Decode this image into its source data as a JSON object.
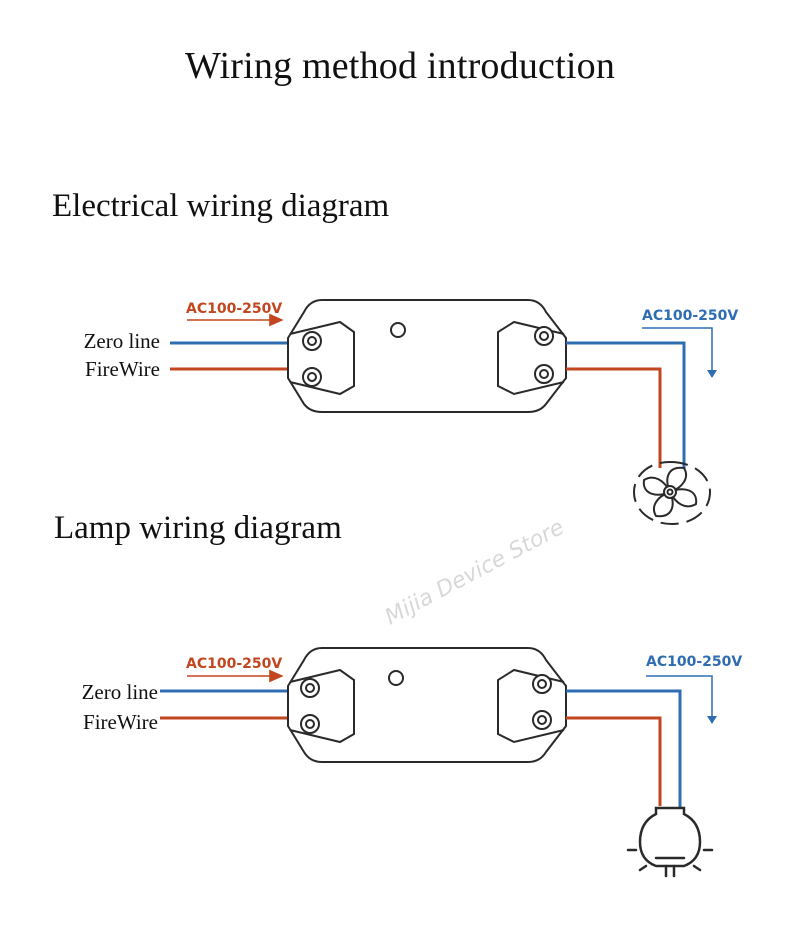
{
  "page": {
    "title": "Wiring method introduction"
  },
  "diagrams": [
    {
      "heading": "Electrical wiring diagram",
      "input_voltage": "AC100-250V",
      "output_voltage": "AC100-250V",
      "zero_label": "Zero line",
      "fire_label": "FireWire",
      "load_icon": "fan-icon"
    },
    {
      "heading": "Lamp wiring diagram",
      "input_voltage": "AC100-250V",
      "output_voltage": "AC100-250V",
      "zero_label": "Zero line",
      "fire_label": "FireWire",
      "load_icon": "light-bulb-icon"
    }
  ],
  "watermark": "Mijia Device Store",
  "colors": {
    "zero_wire": "#2f6db3",
    "fire_wire": "#c2461f",
    "input_arrow": "#c2461f",
    "output_arrow": "#2f6db3",
    "outline": "#2a2a2a"
  }
}
